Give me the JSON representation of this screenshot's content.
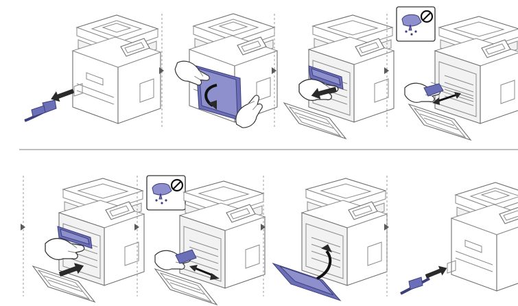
{
  "diagram": {
    "steps_top": [
      "unplug-power-cord",
      "open-side-cover",
      "pull-out-module",
      "clean-with-cloth"
    ],
    "steps_bottom": [
      "insert-module",
      "clean-with-cloth",
      "close-front-cover",
      "plug-in-power-cord"
    ],
    "warning_icon": "no-wet-cloth-icon",
    "accent_color": "#6b6fb8"
  }
}
